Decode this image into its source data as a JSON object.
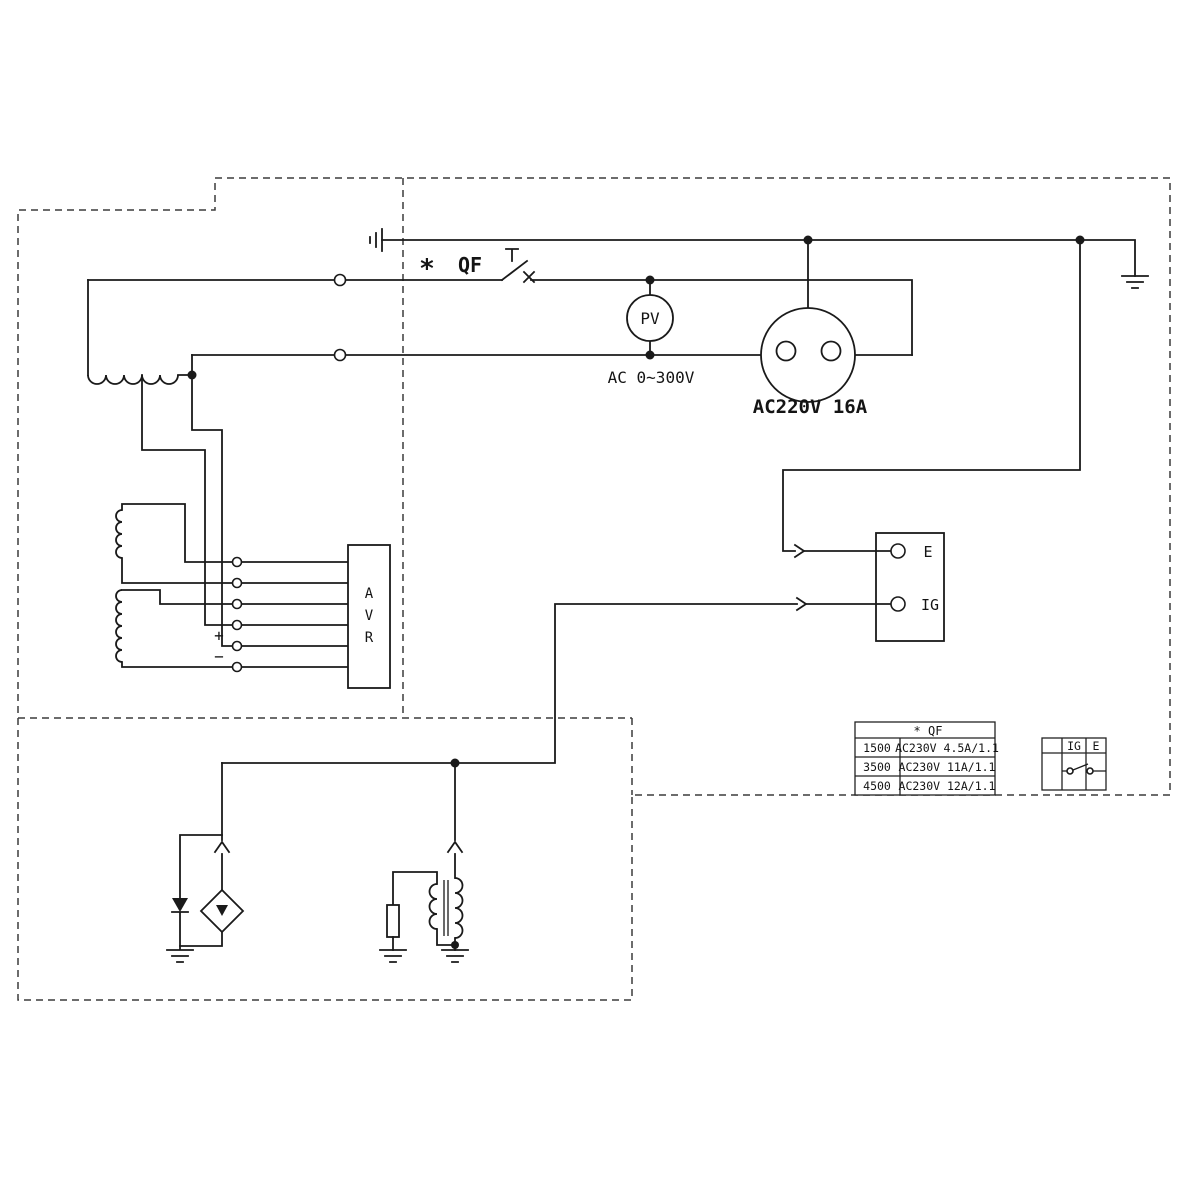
{
  "schematic": {
    "breaker": {
      "star": "*",
      "label": "QF"
    },
    "voltmeter": {
      "label": "PV",
      "range": "AC 0~300V"
    },
    "socket": {
      "rating": "AC220V 16A"
    },
    "avr": {
      "letters": [
        "A",
        "V",
        "R"
      ],
      "plus": "+",
      "minus": "−"
    },
    "terminals": {
      "e": "E",
      "ig": "IG"
    }
  },
  "ratings_table": {
    "header": "*  QF",
    "rows": [
      {
        "model": "1500",
        "spec": "AC230V 4.5A/1.1"
      },
      {
        "model": "3500",
        "spec": "AC230V 11A/1.1"
      },
      {
        "model": "4500",
        "spec": "AC230V 12A/1.1"
      }
    ]
  },
  "switch_table": {
    "ig": "IG",
    "e": "E"
  },
  "colors": {
    "line": "#1a1a1a",
    "background": "#ffffff"
  }
}
